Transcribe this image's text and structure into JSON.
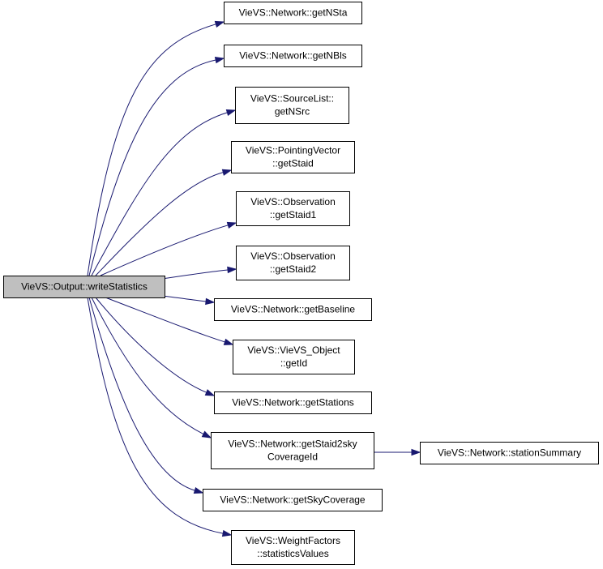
{
  "diagram": {
    "root": {
      "id": "root",
      "lines": [
        "VieVS::Output::writeStatistics"
      ]
    },
    "callees": [
      {
        "id": "getNSta",
        "lines": [
          "VieVS::Network::getNSta"
        ]
      },
      {
        "id": "getNBls",
        "lines": [
          "VieVS::Network::getNBls"
        ]
      },
      {
        "id": "getNSrc",
        "lines": [
          "VieVS::SourceList::",
          "getNSrc"
        ]
      },
      {
        "id": "getStaid",
        "lines": [
          "VieVS::PointingVector",
          "::getStaid"
        ]
      },
      {
        "id": "getStaid1",
        "lines": [
          "VieVS::Observation",
          "::getStaid1"
        ]
      },
      {
        "id": "getStaid2",
        "lines": [
          "VieVS::Observation",
          "::getStaid2"
        ]
      },
      {
        "id": "getBaseline",
        "lines": [
          "VieVS::Network::getBaseline"
        ]
      },
      {
        "id": "getId",
        "lines": [
          "VieVS::VieVS_Object",
          "::getId"
        ]
      },
      {
        "id": "getStations",
        "lines": [
          "VieVS::Network::getStations"
        ]
      },
      {
        "id": "getStaid2skyCoverageId",
        "lines": [
          "VieVS::Network::getStaid2sky",
          "CoverageId"
        ]
      },
      {
        "id": "getSkyCoverage",
        "lines": [
          "VieVS::Network::getSkyCoverage"
        ]
      },
      {
        "id": "statisticsValues",
        "lines": [
          "VieVS::WeightFactors",
          "::statisticsValues"
        ]
      },
      {
        "id": "stationSummary",
        "lines": [
          "VieVS::Network::stationSummary"
        ]
      }
    ],
    "edges": [
      [
        "root",
        "getNSta"
      ],
      [
        "root",
        "getNBls"
      ],
      [
        "root",
        "getNSrc"
      ],
      [
        "root",
        "getStaid"
      ],
      [
        "root",
        "getStaid1"
      ],
      [
        "root",
        "getStaid2"
      ],
      [
        "root",
        "getBaseline"
      ],
      [
        "root",
        "getId"
      ],
      [
        "root",
        "getStations"
      ],
      [
        "root",
        "getStaid2skyCoverageId"
      ],
      [
        "root",
        "getSkyCoverage"
      ],
      [
        "root",
        "statisticsValues"
      ],
      [
        "getStaid2skyCoverageId",
        "stationSummary"
      ]
    ],
    "colors": {
      "edge": "#191970",
      "root_fill": "#bfbfbf",
      "node_fill": "#ffffff",
      "node_border": "#000000"
    }
  }
}
